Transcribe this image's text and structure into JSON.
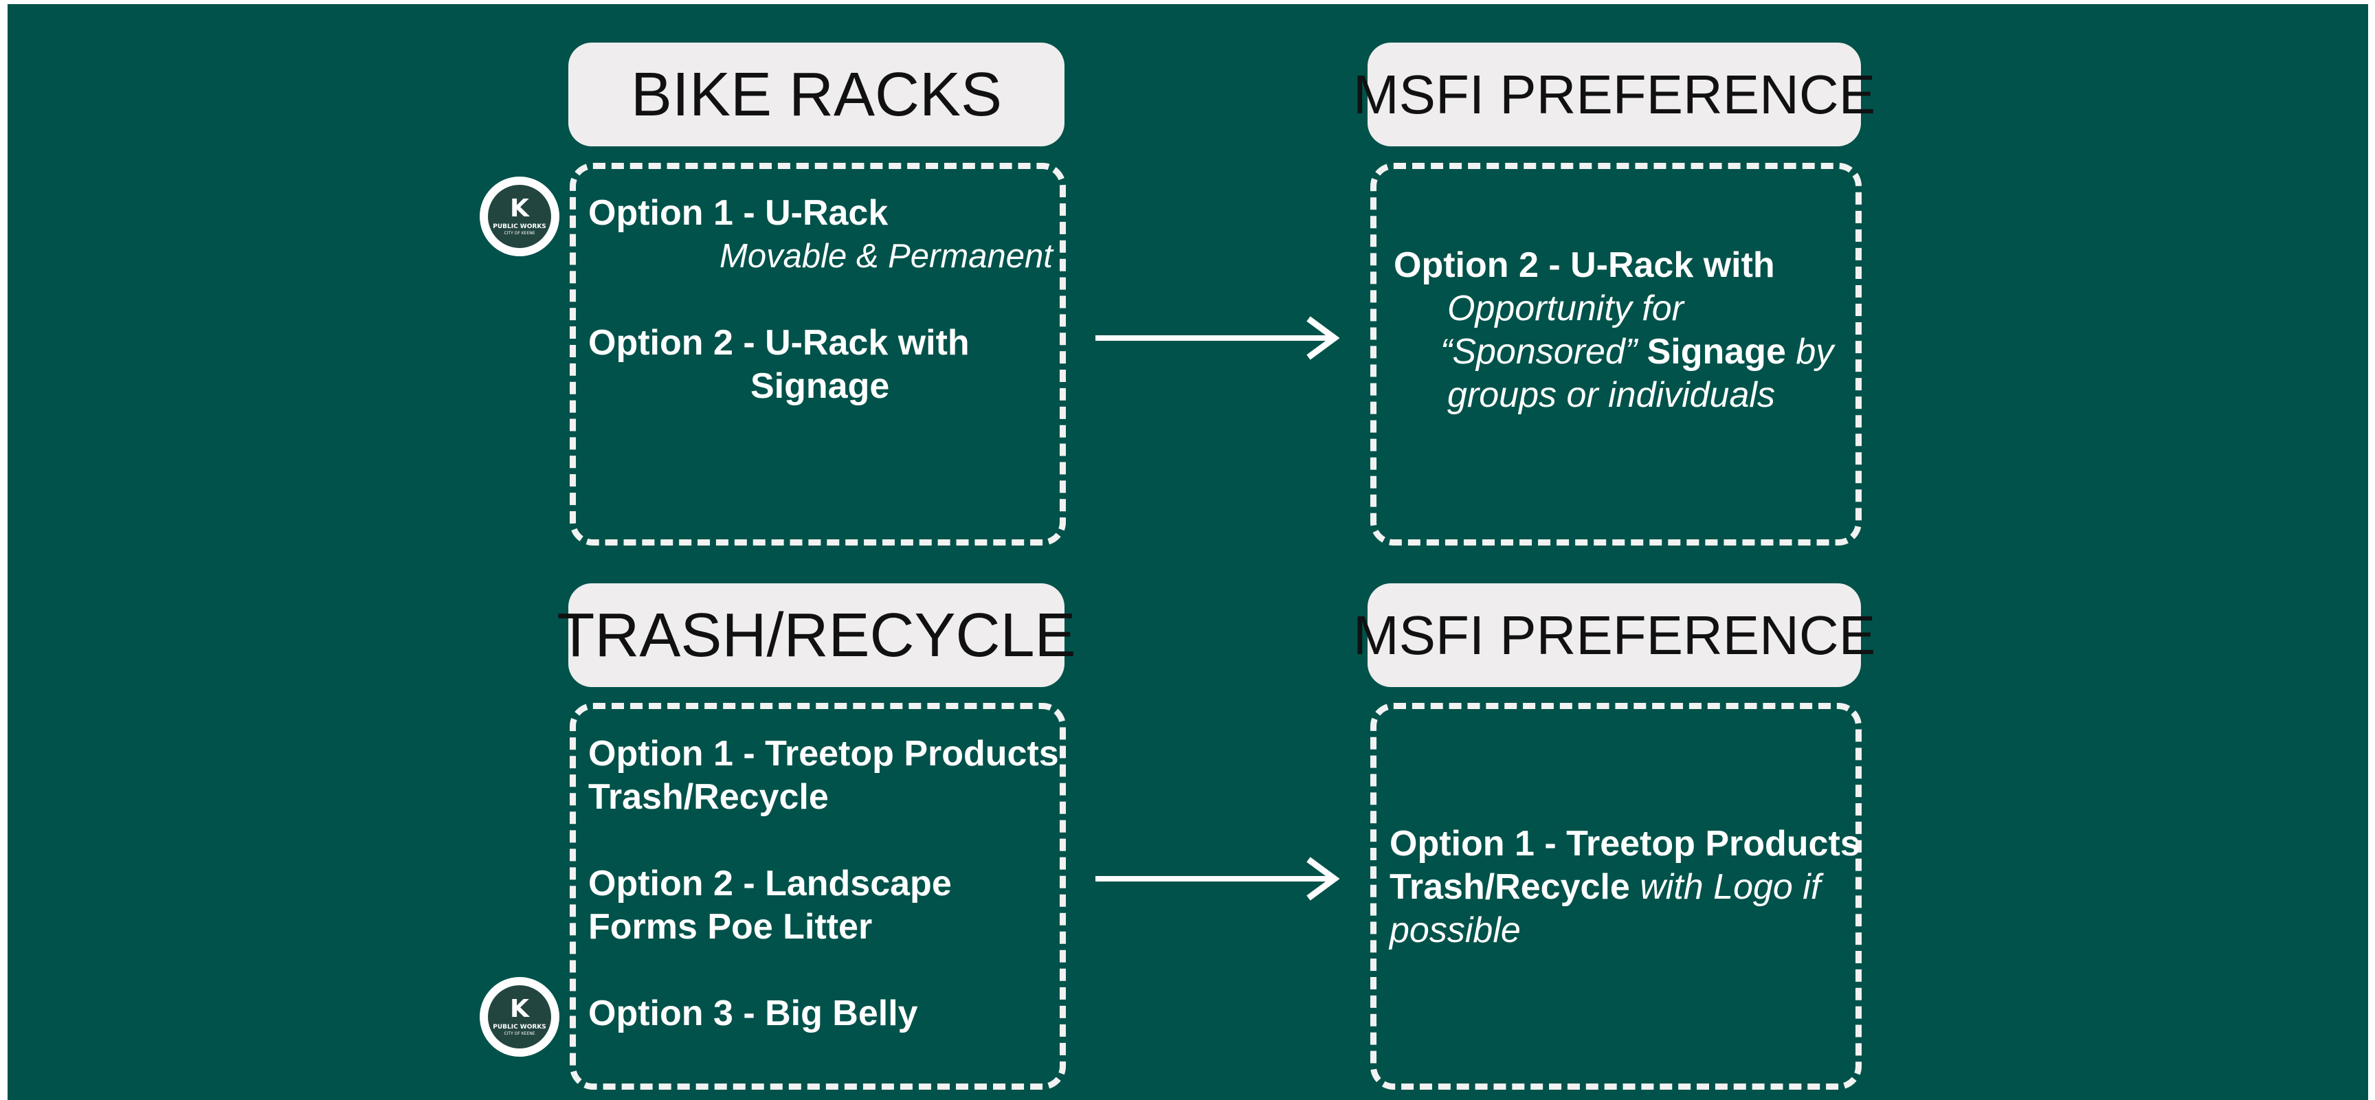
{
  "theme": {
    "background": "#00524a",
    "title_box": "#efeded",
    "dashed_border": "#f2f2f2",
    "text": "#ffffff"
  },
  "bike": {
    "title": "BIKE RACKS",
    "opt1_title": "Option 1 - U-Rack",
    "opt1_note": "Movable & Permanent",
    "opt2_line1": "Option 2 - U-Rack with",
    "opt2_line2": "Signage",
    "pref_title": "MSFI PREFERENCE",
    "pref_line1": "Option 2 - U-Rack with",
    "pref_line2": "Opportunity for",
    "pref_line3_quote": "“Sponsored”",
    "pref_line3_bold": " Signage",
    "pref_line3_end": " by",
    "pref_line4": "groups or individuals"
  },
  "trash": {
    "title": "TRASH/RECYCLE",
    "opt1_line1": "Option 1 - Treetop Products",
    "opt1_line2": "Trash/Recycle",
    "opt2_line1": "Option 2 - Landscape",
    "opt2_line2": "Forms Poe Litter",
    "opt3": "Option 3 - Big Belly",
    "pref_title": "MSFI PREFERENCE",
    "pref_line1": "Option 1 - Treetop Products",
    "pref_line2_bold": "Trash/Recycle",
    "pref_line2_italic": " with Logo if",
    "pref_line3": "possible"
  },
  "logo": {
    "icon": "public-works-logo-icon",
    "letter": "K",
    "line1": "PUBLIC WORKS",
    "line2": "CITY OF KEENE"
  }
}
